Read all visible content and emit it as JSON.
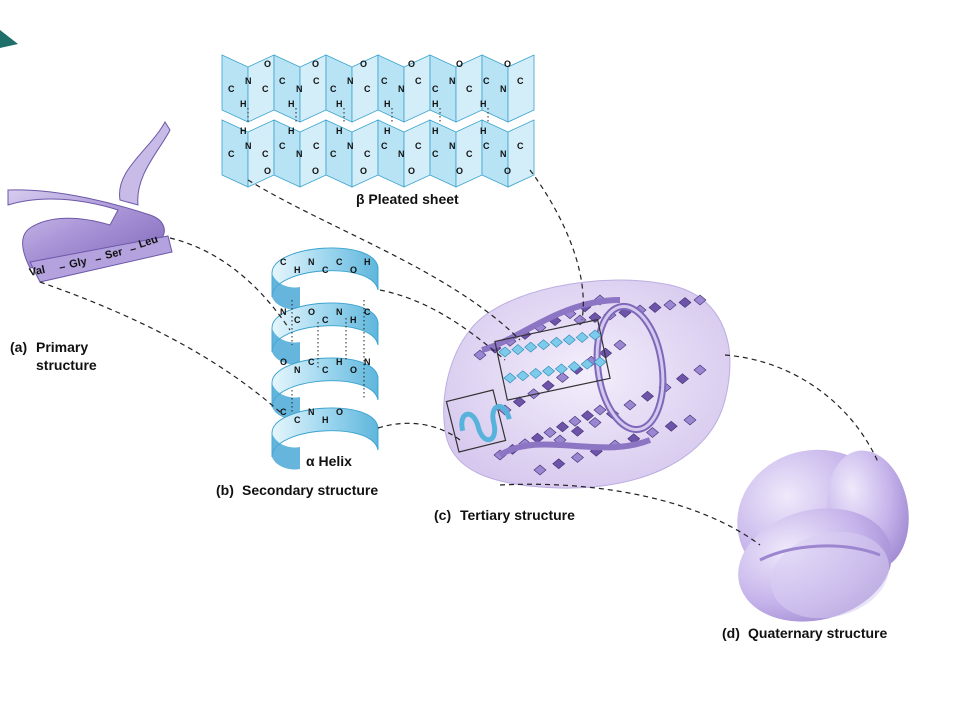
{
  "colors": {
    "background": "#ffffff",
    "corner_accent": "#1f6f6a",
    "beta_fill": "#b7e3f4",
    "beta_stroke": "#3aa3cf",
    "helix_fill": "#9fd7ef",
    "ribbon_fill": "#b9a6dc",
    "protein_cloud": "#ddd2f1",
    "quaternary_fill": "#cbbbec",
    "coil_fill": "#6d54a8",
    "dashed_line": "#222222"
  },
  "primary": {
    "label_letter": "(a)",
    "label_line1": "Primary",
    "label_line2": "structure",
    "residues": [
      "Val",
      "Gly",
      "Ser",
      "Leu"
    ]
  },
  "beta_sheet": {
    "caption": "β Pleated sheet",
    "strand_atoms": [
      "C",
      "N",
      "C",
      "C",
      "N",
      "C",
      "C",
      "N",
      "C",
      "C",
      "N",
      "C",
      "C",
      "N",
      "C",
      "C",
      "N",
      "C"
    ],
    "backbone_atoms": [
      "H",
      "O",
      "H",
      "O",
      "H",
      "O",
      "H",
      "O",
      "H",
      "O",
      "H",
      "O"
    ]
  },
  "alpha_helix": {
    "caption": "α Helix",
    "atoms": [
      "C",
      "H",
      "N",
      "C",
      "C",
      "O",
      "H",
      "N",
      "C",
      "O",
      "C",
      "N",
      "H",
      "C",
      "O",
      "N",
      "C",
      "C",
      "H",
      "O",
      "N",
      "C",
      "C",
      "N",
      "H",
      "O"
    ]
  },
  "secondary": {
    "label_letter": "(b)",
    "label_text": "Secondary structure"
  },
  "tertiary": {
    "label_letter": "(c)",
    "label_text": "Tertiary structure"
  },
  "quaternary": {
    "label_letter": "(d)",
    "label_text": "Quaternary structure"
  }
}
